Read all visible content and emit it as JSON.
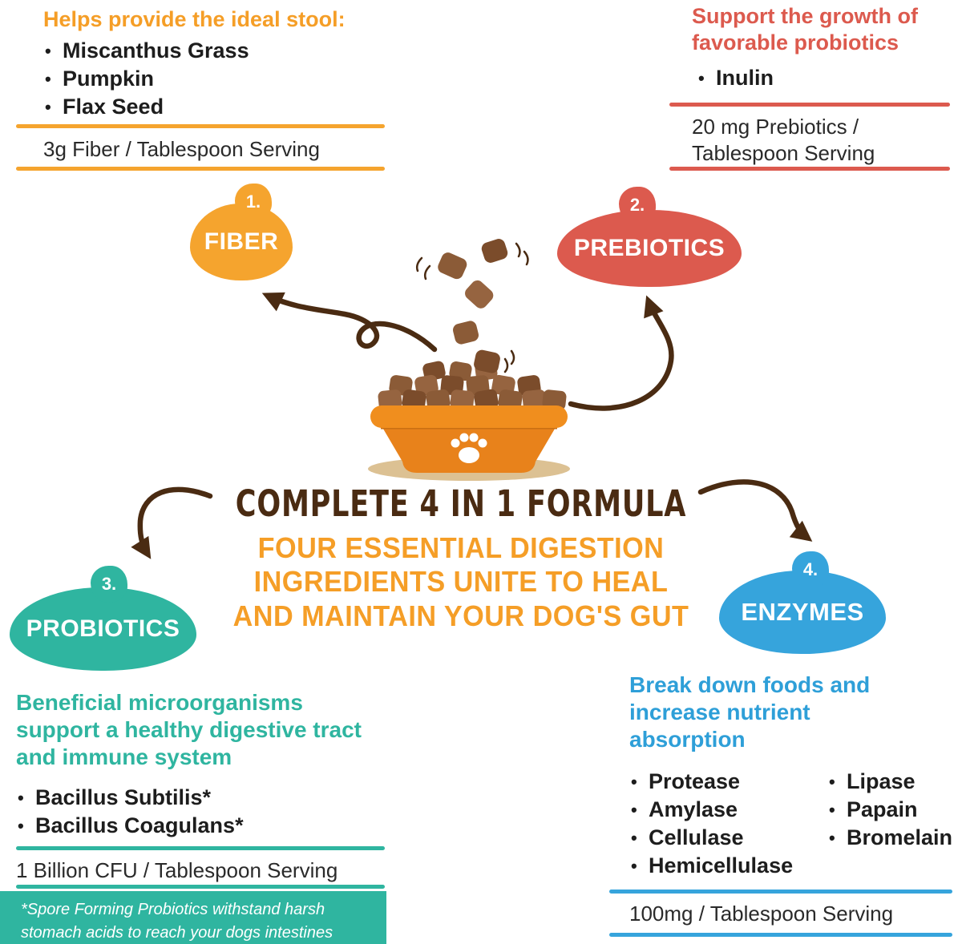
{
  "colors": {
    "orange": "#F59E27",
    "red": "#DC5A4E",
    "teal": "#2FB5A0",
    "blue": "#2E9FD8",
    "brown": "#4A2B12"
  },
  "fiber_panel": {
    "heading": "Helps provide the ideal stool:",
    "items": [
      "Miscanthus Grass",
      "Pumpkin",
      "Flax Seed"
    ],
    "serving": "3g Fiber / Tablespoon Serving"
  },
  "prebiotics_panel": {
    "heading": "Support the growth of favorable probiotics",
    "items": [
      "Inulin"
    ],
    "serving": "20 mg Prebiotics / Tablespoon Serving"
  },
  "nodes": {
    "fiber": {
      "number": "1.",
      "label": "FIBER"
    },
    "prebiotics": {
      "number": "2.",
      "label": "PREBIOTICS"
    },
    "probiotics": {
      "number": "3.",
      "label": "PROBIOTICS"
    },
    "enzymes": {
      "number": "4.",
      "label": "ENZYMES"
    }
  },
  "center": {
    "title": "COMPLETE 4 IN 1 FORMULA",
    "subtitle_lines": [
      "FOUR ESSENTIAL DIGESTION",
      "INGREDIENTS UNITE TO HEAL",
      "AND MAINTAIN YOUR DOG'S GUT"
    ]
  },
  "probiotics_panel": {
    "heading": "Beneficial microorganisms support a healthy digestive tract and immune system",
    "items": [
      "Bacillus Subtilis*",
      "Bacillus Coagulans*"
    ],
    "serving": "1 Billion CFU / Tablespoon Serving",
    "footnote": "*Spore Forming Probiotics withstand harsh stomach acids to reach your dogs intestines"
  },
  "enzymes_panel": {
    "heading": "Break down foods and increase nutrient absorption",
    "items_col1": [
      "Protease",
      "Amylase",
      "Cellulase",
      "Hemicellulase"
    ],
    "items_col2": [
      "Lipase",
      "Papain",
      "Bromelain"
    ],
    "serving": "100mg / Tablespoon Serving"
  }
}
